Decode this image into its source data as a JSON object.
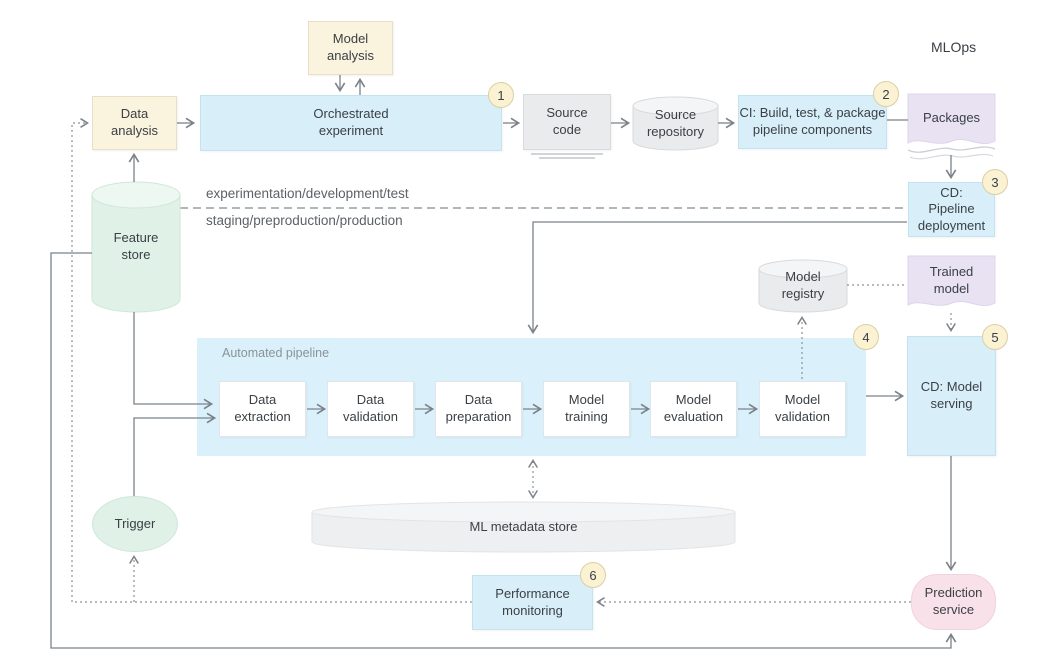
{
  "title": "MLOps",
  "lanes": {
    "top": "experimentation/development/test",
    "bottom": "staging/preproduction/production"
  },
  "badges": {
    "b1": "1",
    "b2": "2",
    "b3": "3",
    "b4": "4",
    "b5": "5",
    "b6": "6"
  },
  "nodes": {
    "model_analysis": {
      "label": "Model analysis"
    },
    "data_analysis": {
      "label": "Data analysis"
    },
    "orchestrated_experiment": {
      "label": "Orchestrated experiment"
    },
    "source_code": {
      "label": "Source code"
    },
    "source_repository": {
      "label": "Source repository"
    },
    "ci": {
      "label": "CI: Build, test, & package pipeline components"
    },
    "packages": {
      "label": "Packages"
    },
    "cd_pipeline_deployment": {
      "label": "CD: Pipeline deployment"
    },
    "feature_store": {
      "label": "Feature store"
    },
    "model_registry": {
      "label": "Model registry"
    },
    "trained_model": {
      "label": "Trained model"
    },
    "automated_pipeline": {
      "label": "Automated pipeline"
    },
    "data_extraction": {
      "label": "Data extraction"
    },
    "data_validation": {
      "label": "Data validation"
    },
    "data_preparation": {
      "label": "Data preparation"
    },
    "model_training": {
      "label": "Model training"
    },
    "model_evaluation": {
      "label": "Model evaluation"
    },
    "model_validation": {
      "label": "Model validation"
    },
    "cd_model_serving": {
      "label": "CD: Model serving"
    },
    "ml_metadata_store": {
      "label": "ML metadata store"
    },
    "trigger": {
      "label": "Trigger"
    },
    "performance_monitoring": {
      "label": "Performance monitoring"
    },
    "prediction_service": {
      "label": "Prediction service"
    }
  },
  "colors": {
    "cream": "#faf3dd",
    "blue_box": "#d8effa",
    "pipeline_bg": "#daf1fc",
    "gray_box": "#eaebed",
    "green": "#e0f1e8",
    "purple": "#e9e2f3",
    "pink": "#f9e1ea",
    "badge": "#fbf1d3",
    "line": "#7b8289",
    "dashed_line": "#b3b6b9",
    "text": "#3b4045"
  }
}
